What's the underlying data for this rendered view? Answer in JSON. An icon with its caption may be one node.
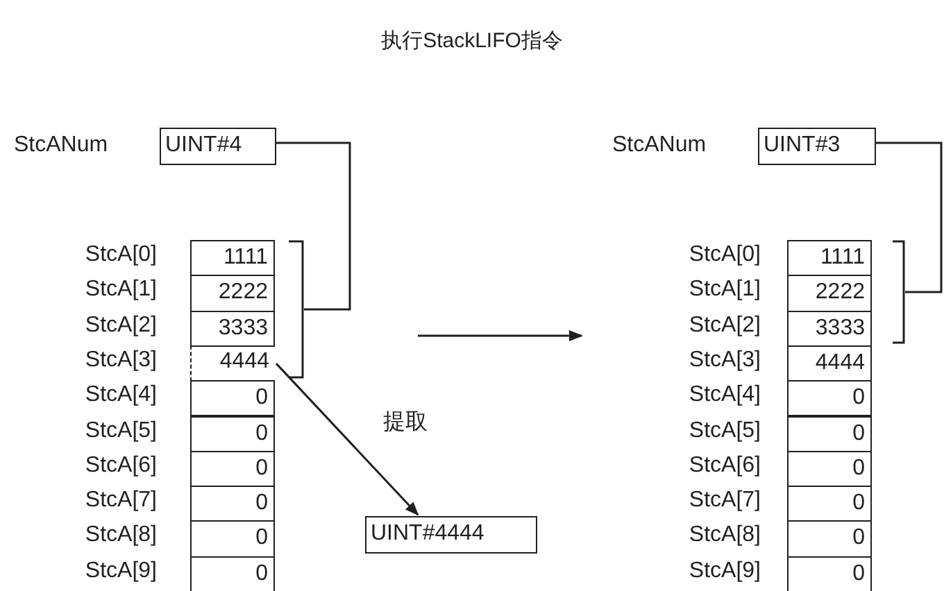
{
  "diagram": {
    "title": "执行StackLIFO指令",
    "nodes": [
      {
        "text": [
          "UINT#4"
        ],
        "beside": [
          "StcANum"
        ]
      },
      {
        "text": [
          "1111"
        ],
        "beside": [
          "StcA[0]"
        ]
      },
      {
        "text": [
          "2222"
        ],
        "beside": [
          "StcA[1]"
        ]
      },
      {
        "text": [
          "3333"
        ],
        "beside": [
          "StcA[2]"
        ]
      },
      {
        "text": [
          "4444"
        ],
        "beside": [
          "StcA[3]"
        ]
      },
      {
        "text": [
          "0"
        ],
        "beside": [
          "StcA[4]"
        ]
      },
      {
        "text": [
          "0"
        ],
        "beside": [
          "StcA[5]"
        ]
      },
      {
        "text": [
          "0"
        ],
        "beside": [
          "StcA[6]"
        ]
      },
      {
        "text": [
          "0"
        ],
        "beside": [
          "StcA[7]"
        ]
      },
      {
        "text": [
          "0"
        ],
        "beside": [
          "StcA[8]"
        ]
      },
      {
        "text": [
          "0"
        ],
        "beside": [
          "StcA[9]"
        ]
      },
      {
        "text": [],
        "shape": "bracket"
      },
      {
        "text": [
          "UINT#4444"
        ]
      },
      {
        "text": [
          "UINT#3"
        ],
        "beside": [
          "StcANum"
        ]
      },
      {
        "text": [
          "1111"
        ],
        "beside": [
          "StcA[0]"
        ]
      },
      {
        "text": [
          "2222"
        ],
        "beside": [
          "StcA[1]"
        ]
      },
      {
        "text": [
          "3333"
        ],
        "beside": [
          "StcA[2]"
        ]
      },
      {
        "text": [
          "4444"
        ],
        "beside": [
          "StcA[3]"
        ]
      },
      {
        "text": [
          "0"
        ],
        "beside": [
          "StcA[4]"
        ]
      },
      {
        "text": [
          "0"
        ],
        "beside": [
          "StcA[5]"
        ]
      },
      {
        "text": [
          "0"
        ],
        "beside": [
          "StcA[6]"
        ]
      },
      {
        "text": [
          "0"
        ],
        "beside": [
          "StcA[7]"
        ]
      },
      {
        "text": [
          "0"
        ],
        "beside": [
          "StcA[8]"
        ]
      },
      {
        "text": [
          "0"
        ],
        "beside": [
          "StcA[9]"
        ]
      },
      {
        "text": [],
        "shape": "bracket"
      }
    ],
    "edges": [
      {
        "from": 0,
        "to": 11,
        "arrow": "none"
      },
      {
        "from": 4,
        "to": 12,
        "arrow": "to",
        "label": "提取"
      },
      {
        "from": 13,
        "to": 24,
        "arrow": "none"
      }
    ]
  }
}
